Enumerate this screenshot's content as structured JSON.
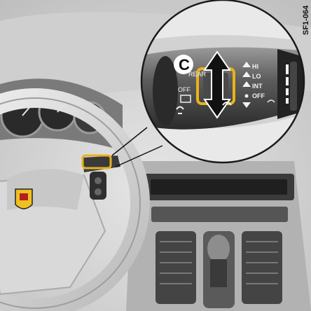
{
  "figure_code": "SF1-064",
  "callout_letter": "C",
  "stalk": {
    "rear_label": "REAR",
    "off_label": "OFF",
    "positions": [
      "HI",
      "LO",
      "INT",
      "OFF"
    ]
  },
  "colors": {
    "highlight": "#e8b21e",
    "ink": "#1a1a1a",
    "label_light": "#f2f2f2"
  }
}
